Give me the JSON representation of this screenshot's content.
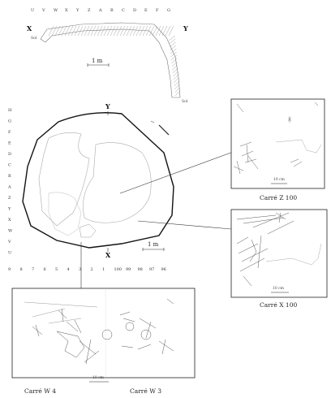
{
  "grid_top": {
    "columns": [
      "U",
      "V",
      "W",
      "X",
      "Y",
      "Z",
      "A",
      "B",
      "C",
      "D",
      "E",
      "F",
      "G"
    ]
  },
  "profile": {
    "label_x": "X",
    "label_y": "Y",
    "sol_left": "Sol",
    "sol_right": "Sol",
    "scale": "1 m"
  },
  "plan": {
    "rows": [
      "H",
      "G",
      "F",
      "E",
      "D",
      "C",
      "B",
      "A",
      "Z",
      "Y",
      "X",
      "W",
      "V",
      "U"
    ],
    "columns": [
      "9",
      "8",
      "7",
      "6",
      "5",
      "4",
      "3",
      "2",
      "1",
      "100",
      "99",
      "98",
      "97",
      "96"
    ],
    "label_y": "Y",
    "label_x": "X",
    "scale": "1 m"
  },
  "insets": {
    "z100": {
      "caption": "Carré Z 100",
      "scale": "10 cm"
    },
    "x100": {
      "caption": "Carré X 100",
      "scale": "10 cm"
    },
    "w": {
      "caption_left": "Carré W 4",
      "caption_right": "Carré W 3",
      "scale": "10 cm"
    }
  }
}
